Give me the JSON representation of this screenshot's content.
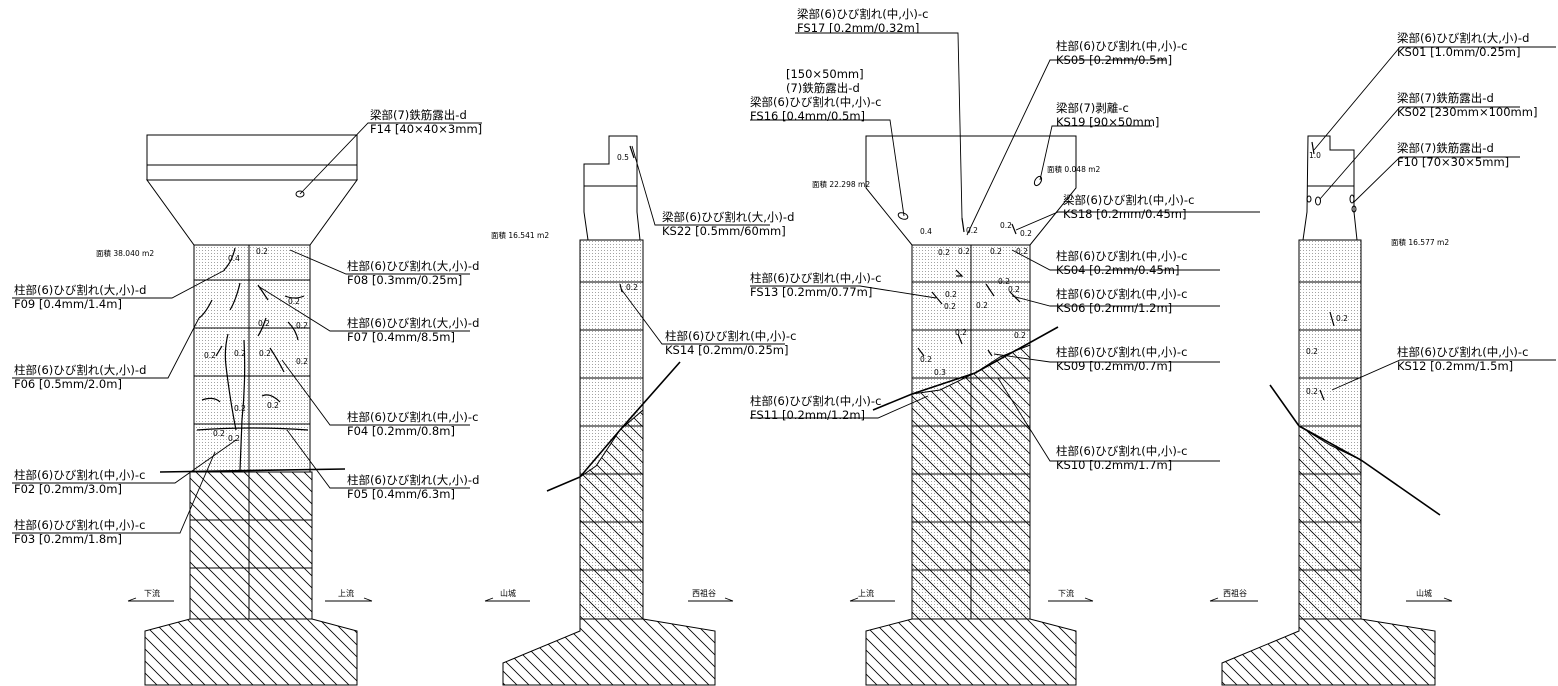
{
  "drawing": {
    "views": [
      {
        "name": "pier-front-downstream",
        "area_text": "面積 38.040 m2",
        "left_direction": "下流",
        "right_direction": "上流",
        "crack_values": [
          "0.4",
          "0.2",
          "0.2",
          "0.2",
          "0.2",
          "0.2",
          "0.2",
          "0.2",
          "0.2",
          "0.2",
          "0.2",
          "0.2",
          "0.2"
        ],
        "callouts": [
          {
            "title": "梁部(7)鉄筋露出-d",
            "detail": "F14 [40×40×3mm]"
          },
          {
            "title": "柱部(6)ひび割れ(大,小)-d",
            "detail": "F08 [0.3mm/0.25m]"
          },
          {
            "title": "柱部(6)ひび割れ(大,小)-d",
            "detail": "F09 [0.4mm/1.4m]"
          },
          {
            "title": "柱部(6)ひび割れ(大,小)-d",
            "detail": "F07 [0.4mm/8.5m]"
          },
          {
            "title": "柱部(6)ひび割れ(大,小)-d",
            "detail": "F06 [0.5mm/2.0m]"
          },
          {
            "title": "柱部(6)ひび割れ(中,小)-c",
            "detail": "F04 [0.2mm/0.8m]"
          },
          {
            "title": "柱部(6)ひび割れ(大,小)-d",
            "detail": "F05 [0.4mm/6.3m]"
          },
          {
            "title": "柱部(6)ひび割れ(中,小)-c",
            "detail": "F02 [0.2mm/3.0m]"
          },
          {
            "title": "柱部(6)ひび割れ(中,小)-c",
            "detail": "F03 [0.2mm/1.8m]"
          }
        ]
      },
      {
        "name": "pier-side-yamashiro",
        "area_text": "面積 16.541 m2",
        "left_direction": "山城",
        "right_direction": "西祖谷",
        "crack_values": [
          "0.5",
          "0.2"
        ],
        "callouts": [
          {
            "title": "梁部(6)ひび割れ(大,小)-d",
            "detail": "KS22 [0.5mm/60mm]"
          },
          {
            "title": "柱部(6)ひび割れ(中,小)-c",
            "detail": "KS14 [0.2mm/0.25m]"
          }
        ]
      },
      {
        "name": "pier-back-upstream",
        "area_text": "面積 22.298 m2",
        "area_text_2": "面積 0.048 m2",
        "left_direction": "上流",
        "right_direction": "下流",
        "crack_values": [
          "0.4",
          "0.2",
          "0.2",
          "0.2",
          "0.2",
          "0.2",
          "0.2",
          "0.2",
          "0.2",
          "0.2",
          "0.2",
          "0.2",
          "0.2",
          "0.2",
          "0.2",
          "0.2",
          "0.3"
        ],
        "callouts": [
          {
            "title": "梁部(6)ひび割れ(中,小)-c",
            "detail": "FS17 [0.2mm/0.32m]"
          },
          {
            "title": "柱部(6)ひび割れ(中,小)-c",
            "detail": "KS05 [0.2mm/0.5m]"
          },
          {
            "title": "[150×50mm]",
            "detail": "(7)鉄筋露出-d"
          },
          {
            "title": "梁部(6)ひび割れ(中,小)-c",
            "detail": "FS16 [0.4mm/0.5m]"
          },
          {
            "title": "梁部(7)剥離-c",
            "detail": "KS19 [90×50mm]"
          },
          {
            "title": "梁部(6)ひび割れ(中,小)-c",
            "detail": "KS18 [0.2mm/0.45m]"
          },
          {
            "title": "柱部(6)ひび割れ(中,小)-c",
            "detail": "KS04 [0.2mm/0.45m]"
          },
          {
            "title": "柱部(6)ひび割れ(中,小)-c",
            "detail": "FS13 [0.2mm/0.77m]"
          },
          {
            "title": "柱部(6)ひび割れ(中,小)-c",
            "detail": "KS06 [0.2mm/1.2m]"
          },
          {
            "title": "柱部(6)ひび割れ(中,小)-c",
            "detail": "KS09 [0.2mm/0.7m]"
          },
          {
            "title": "柱部(6)ひび割れ(中,小)-c",
            "detail": "FS11 [0.2mm/1.2m]"
          },
          {
            "title": "柱部(6)ひび割れ(中,小)-c",
            "detail": "KS10 [0.2mm/1.7m]"
          }
        ]
      },
      {
        "name": "pier-side-nishiiya",
        "area_text": "面積 16.577 m2",
        "left_direction": "西祖谷",
        "right_direction": "山城",
        "crack_values": [
          "1.0",
          "0.2",
          "0.2",
          "0.2"
        ],
        "callouts": [
          {
            "title": "梁部(6)ひび割れ(大,小)-d",
            "detail": "KS01 [1.0mm/0.25m]"
          },
          {
            "title": "梁部(7)鉄筋露出-d",
            "detail": "KS02 [230mm×100mm]"
          },
          {
            "title": "梁部(7)鉄筋露出-d",
            "detail": "F10 [70×30×5mm]"
          },
          {
            "title": "柱部(6)ひび割れ(中,小)-c",
            "detail": "KS12 [0.2mm/1.5m]"
          }
        ]
      }
    ]
  }
}
